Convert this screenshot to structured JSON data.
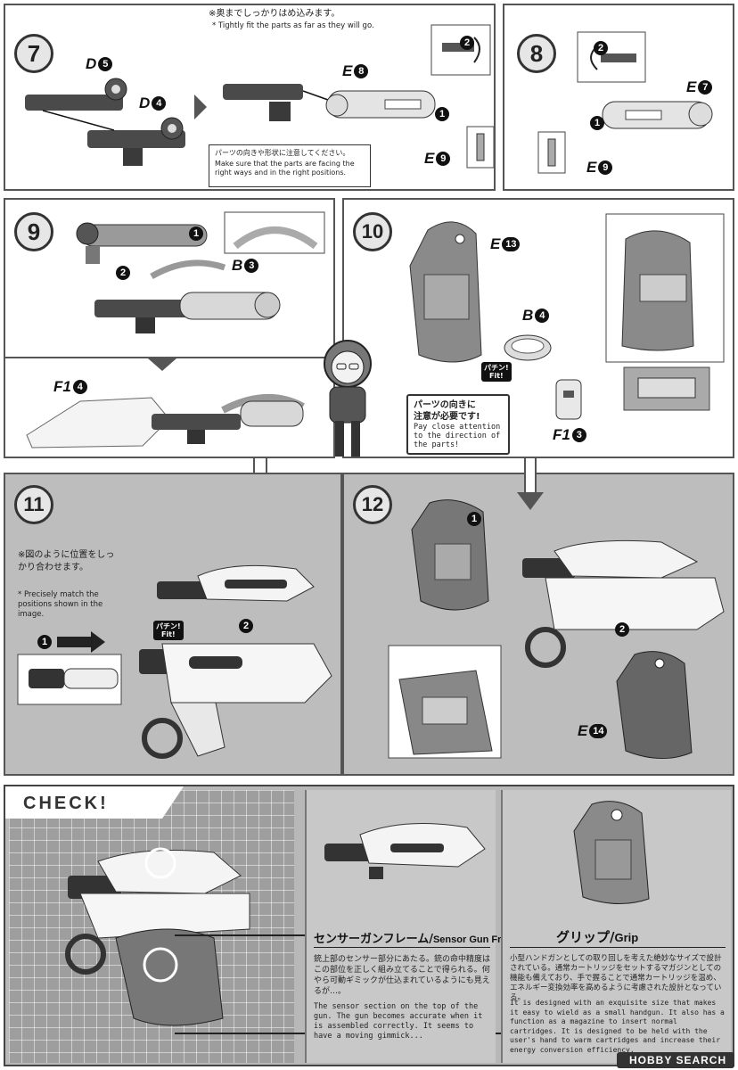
{
  "steps": {
    "s7": {
      "number": "7",
      "label_d5": "D",
      "d5": "5",
      "label_d4": "D",
      "d4": "4",
      "label_e8": "E",
      "e8": "8",
      "label_e9": "E",
      "e9": "9",
      "note_jp": "※奥までしっかりはめ込みます。",
      "note_en": "* Tightly fit the parts as far as they will go.",
      "caution_jp": "パーツの向きや形状に注意してください。",
      "caution_en": "Make sure that the parts are facing the right ways and in the right positions."
    },
    "s8": {
      "number": "8",
      "label_e7": "E",
      "e7": "7",
      "label_e9": "E",
      "e9": "9"
    },
    "s9": {
      "number": "9",
      "label_b3": "B",
      "b3": "3",
      "label_f14": "F1",
      "f14": "4"
    },
    "s10": {
      "number": "10",
      "label_e13": "E",
      "e13": "13",
      "label_b4": "B",
      "b4": "4",
      "label_f13": "F1",
      "f13": "3",
      "fit_jp": "パチン!",
      "fit_en": "Fit!",
      "bubble_jp1": "パーツの向き",
      "bubble_jp2": "に",
      "bubble_jp3": "注意が必要です!",
      "bubble_en": "Pay close attention to the direction of the parts!"
    },
    "s11": {
      "number": "11",
      "note_jp": "※図のように位置をしっかり合わせます。",
      "note_en": "* Precisely match the positions shown in the image.",
      "fit_jp": "パチン!",
      "fit_en": "Fit!"
    },
    "s12": {
      "number": "12",
      "label_e14": "E",
      "e14": "14"
    }
  },
  "check": {
    "title": "CHECK!",
    "sensor": {
      "title_jp": "センサーガンフレーム/",
      "title_en": "Sensor Gun Frame",
      "body_jp": "銃上部のセンサー部分にあたる。銃の命中精度はこの部位を正しく組み立てることで得られる。何やら可動ギミックが仕込まれているようにも見えるが…。",
      "body_en": "The sensor section on the top of the gun. The gun becomes accurate when it is assembled correctly. It seems to have a moving gimmick..."
    },
    "grip": {
      "title_jp": "グリップ/",
      "title_en": "Grip",
      "body_jp": "小型ハンドガンとしての取り回しを考えた絶妙なサイズで設計されている。通常カートリッジをセットするマガジンとしての機能も備えており、手で握ることで通常カートリッジを温め、エネルギー変換効率を高めるように考慮された設計となっている。",
      "body_en": "It is designed with an exquisite size that makes it easy to wield as a small handgun. It also has a function as a magazine to insert normal cartridges. It is designed to be held with the user's hand to warm cartridges and increase their energy conversion efficiency."
    }
  },
  "watermark": "HOBBY SEARCH",
  "colors": {
    "panel_gray": "#bdbdbd",
    "part_dark": "#3a3a3a",
    "part_mid": "#8a8a8a",
    "part_light": "#e8e8e8"
  }
}
